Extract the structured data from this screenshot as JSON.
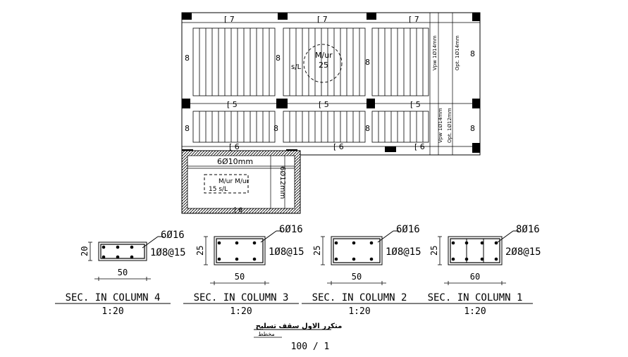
{
  "plan": {
    "bars_top_left": "[ 7",
    "bars_top_mid": "[ 7",
    "bars_top_right": "[ 7",
    "bars_mid_left": "[ 5",
    "bars_mid_mid": "[ 5",
    "bars_mid_right": "[ 5",
    "bars_bot_left": "[ 6",
    "bars_bot_mid": "[ 6",
    "bars_bot_right": "[ 6",
    "side_8": "8",
    "circle_top": "M/ur",
    "circle_mid": "25",
    "circle_side": "s/L",
    "vert_label_1": "Vpw 1Ø14mm",
    "vert_label_2": "Opt. 1Ø14mm",
    "vert_label_3": "Vpw 1Ø14mm",
    "vert_label_4": "Opt. 1Ø12mm",
    "stair_top_bars": "6Ø10mm",
    "stair_side_bars": "6Ø12mm",
    "stair_box_top": "M/ur M/ur",
    "stair_box_bot": "15  s/L",
    "stair_bottom": "[ 6"
  },
  "columns": [
    {
      "rebar": "6Ø16",
      "stirrup": "1Ø8@15",
      "height": "20",
      "width": "50",
      "title": "SEC. IN COLUMN 4",
      "scale": "1:20"
    },
    {
      "rebar": "6Ø16",
      "stirrup": "1Ø8@15",
      "height": "25",
      "width": "50",
      "title": "SEC. IN COLUMN 3",
      "scale": "1:20"
    },
    {
      "rebar": "6Ø16",
      "stirrup": "1Ø8@15",
      "height": "25",
      "width": "50",
      "title": "SEC. IN COLUMN 2",
      "scale": "1:20"
    },
    {
      "rebar": "8Ø16",
      "stirrup": "2Ø8@15",
      "height": "25",
      "width": "60",
      "title": "SEC. IN COLUMN 1",
      "scale": "1:20"
    }
  ],
  "footer": {
    "arabic_title": "متكرر الاول سقف تسليح",
    "arabic_under": "مخطط",
    "scale": "100 / 1"
  }
}
